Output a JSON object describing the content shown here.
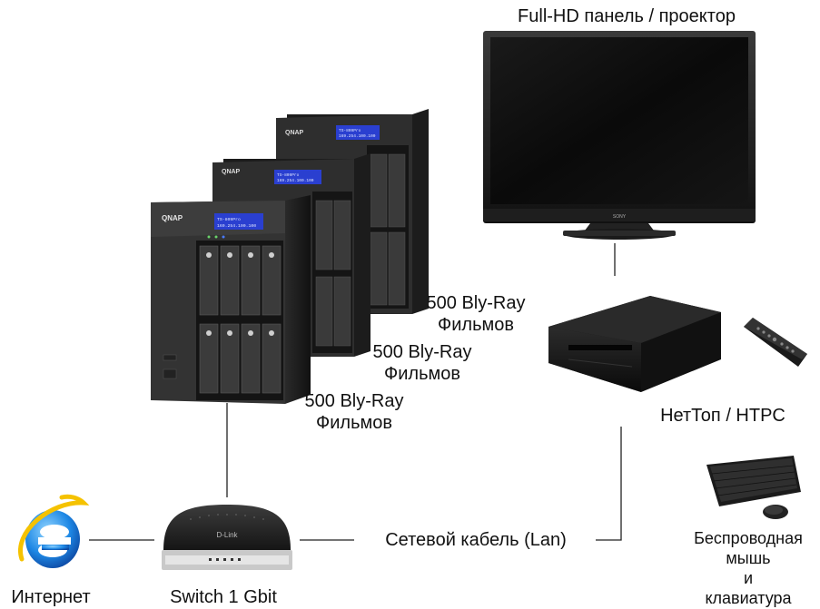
{
  "labels": {
    "panel": "Full-HD панель / проектор",
    "nas_back": [
      "500 Bly-Ray",
      "Фильмов"
    ],
    "nas_middle": [
      "500 Bly-Ray",
      "Фильмов"
    ],
    "nas_front": [
      "500 Bly-Ray",
      "Фильмов"
    ],
    "nettop": "НетТоп / HTPC",
    "wireless": [
      "Беспроводная",
      "мышь",
      "и",
      "клавиатура"
    ],
    "internet": "Интернет",
    "switch": "Switch 1 Gbit",
    "lan": "Сетевой кабель (Lan)"
  },
  "device_texts": {
    "nas_brand": "QNAP",
    "nas_lcd_line1": "TS-809Pro",
    "nas_lcd_line2": "169.254.100.100",
    "tv_brand": "SONY",
    "switch_brand": "D-Link"
  },
  "colors": {
    "line": "#222222",
    "nas_body": "#2b2b2b",
    "lcd": "#2a3fd0",
    "ie_blue": "#1e88e5"
  }
}
